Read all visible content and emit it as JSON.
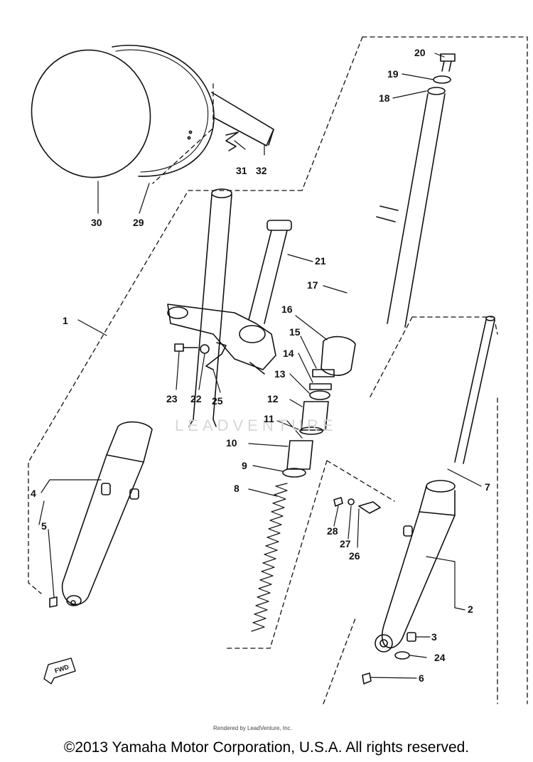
{
  "watermark": "LEADVENTURE",
  "fwd_marker": "FWD",
  "footer_small_text": "Rendered by LeadVenture, Inc.",
  "copyright": "©2013 Yamaha Motor Corporation, U.S.A. All rights reserved.",
  "callouts": [
    {
      "id": "p1",
      "number": "1"
    },
    {
      "id": "p2",
      "number": "2"
    },
    {
      "id": "p3",
      "number": "3"
    },
    {
      "id": "p4",
      "number": "4"
    },
    {
      "id": "p5",
      "number": "5"
    },
    {
      "id": "p6",
      "number": "6"
    },
    {
      "id": "p7",
      "number": "7"
    },
    {
      "id": "p8",
      "number": "8"
    },
    {
      "id": "p9",
      "number": "9"
    },
    {
      "id": "p10",
      "number": "10"
    },
    {
      "id": "p11",
      "number": "11"
    },
    {
      "id": "p12",
      "number": "12"
    },
    {
      "id": "p13",
      "number": "13"
    },
    {
      "id": "p14",
      "number": "14"
    },
    {
      "id": "p15",
      "number": "15"
    },
    {
      "id": "p16",
      "number": "16"
    },
    {
      "id": "p17",
      "number": "17"
    },
    {
      "id": "p18",
      "number": "18"
    },
    {
      "id": "p19",
      "number": "19"
    },
    {
      "id": "p20",
      "number": "20"
    },
    {
      "id": "p21",
      "number": "21"
    },
    {
      "id": "p22",
      "number": "22"
    },
    {
      "id": "p23",
      "number": "23"
    },
    {
      "id": "p24",
      "number": "24"
    },
    {
      "id": "p25",
      "number": "25"
    },
    {
      "id": "p26",
      "number": "26"
    },
    {
      "id": "p27",
      "number": "27"
    },
    {
      "id": "p28",
      "number": "28"
    },
    {
      "id": "p29",
      "number": "29"
    },
    {
      "id": "p30",
      "number": "30"
    },
    {
      "id": "p31",
      "number": "31"
    },
    {
      "id": "p32",
      "number": "32"
    }
  ]
}
